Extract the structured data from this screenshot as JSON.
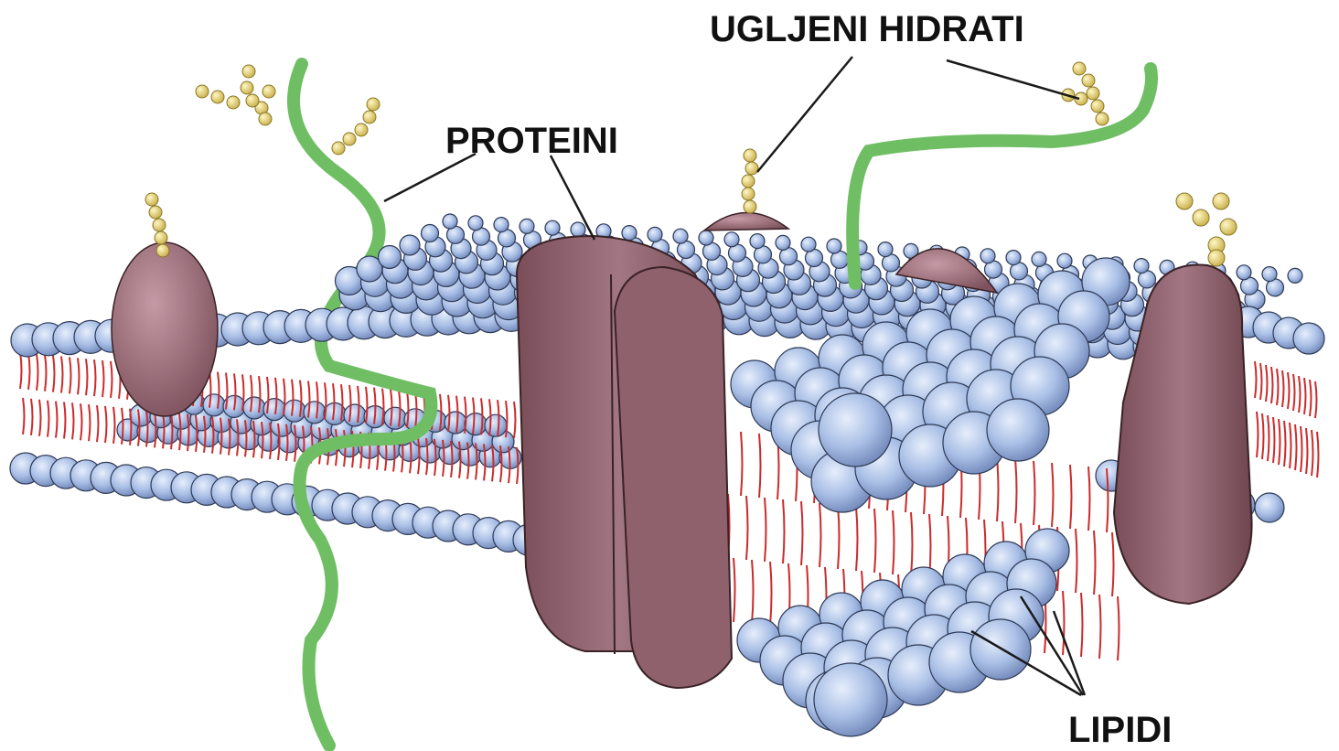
{
  "labels": {
    "carbohydrates": "UGLJENI HIDRATI",
    "proteins": "PROTEINI",
    "lipids": "LIPIDI"
  },
  "colors": {
    "head_fill": "#a9bfe6",
    "head_stroke": "#2f3a55",
    "tail": "#cc2b2b",
    "protein_fill": "#8a5b66",
    "protein_stroke": "#3a2226",
    "chain": "#6fbe64",
    "sugar": "#e3cf6b"
  }
}
